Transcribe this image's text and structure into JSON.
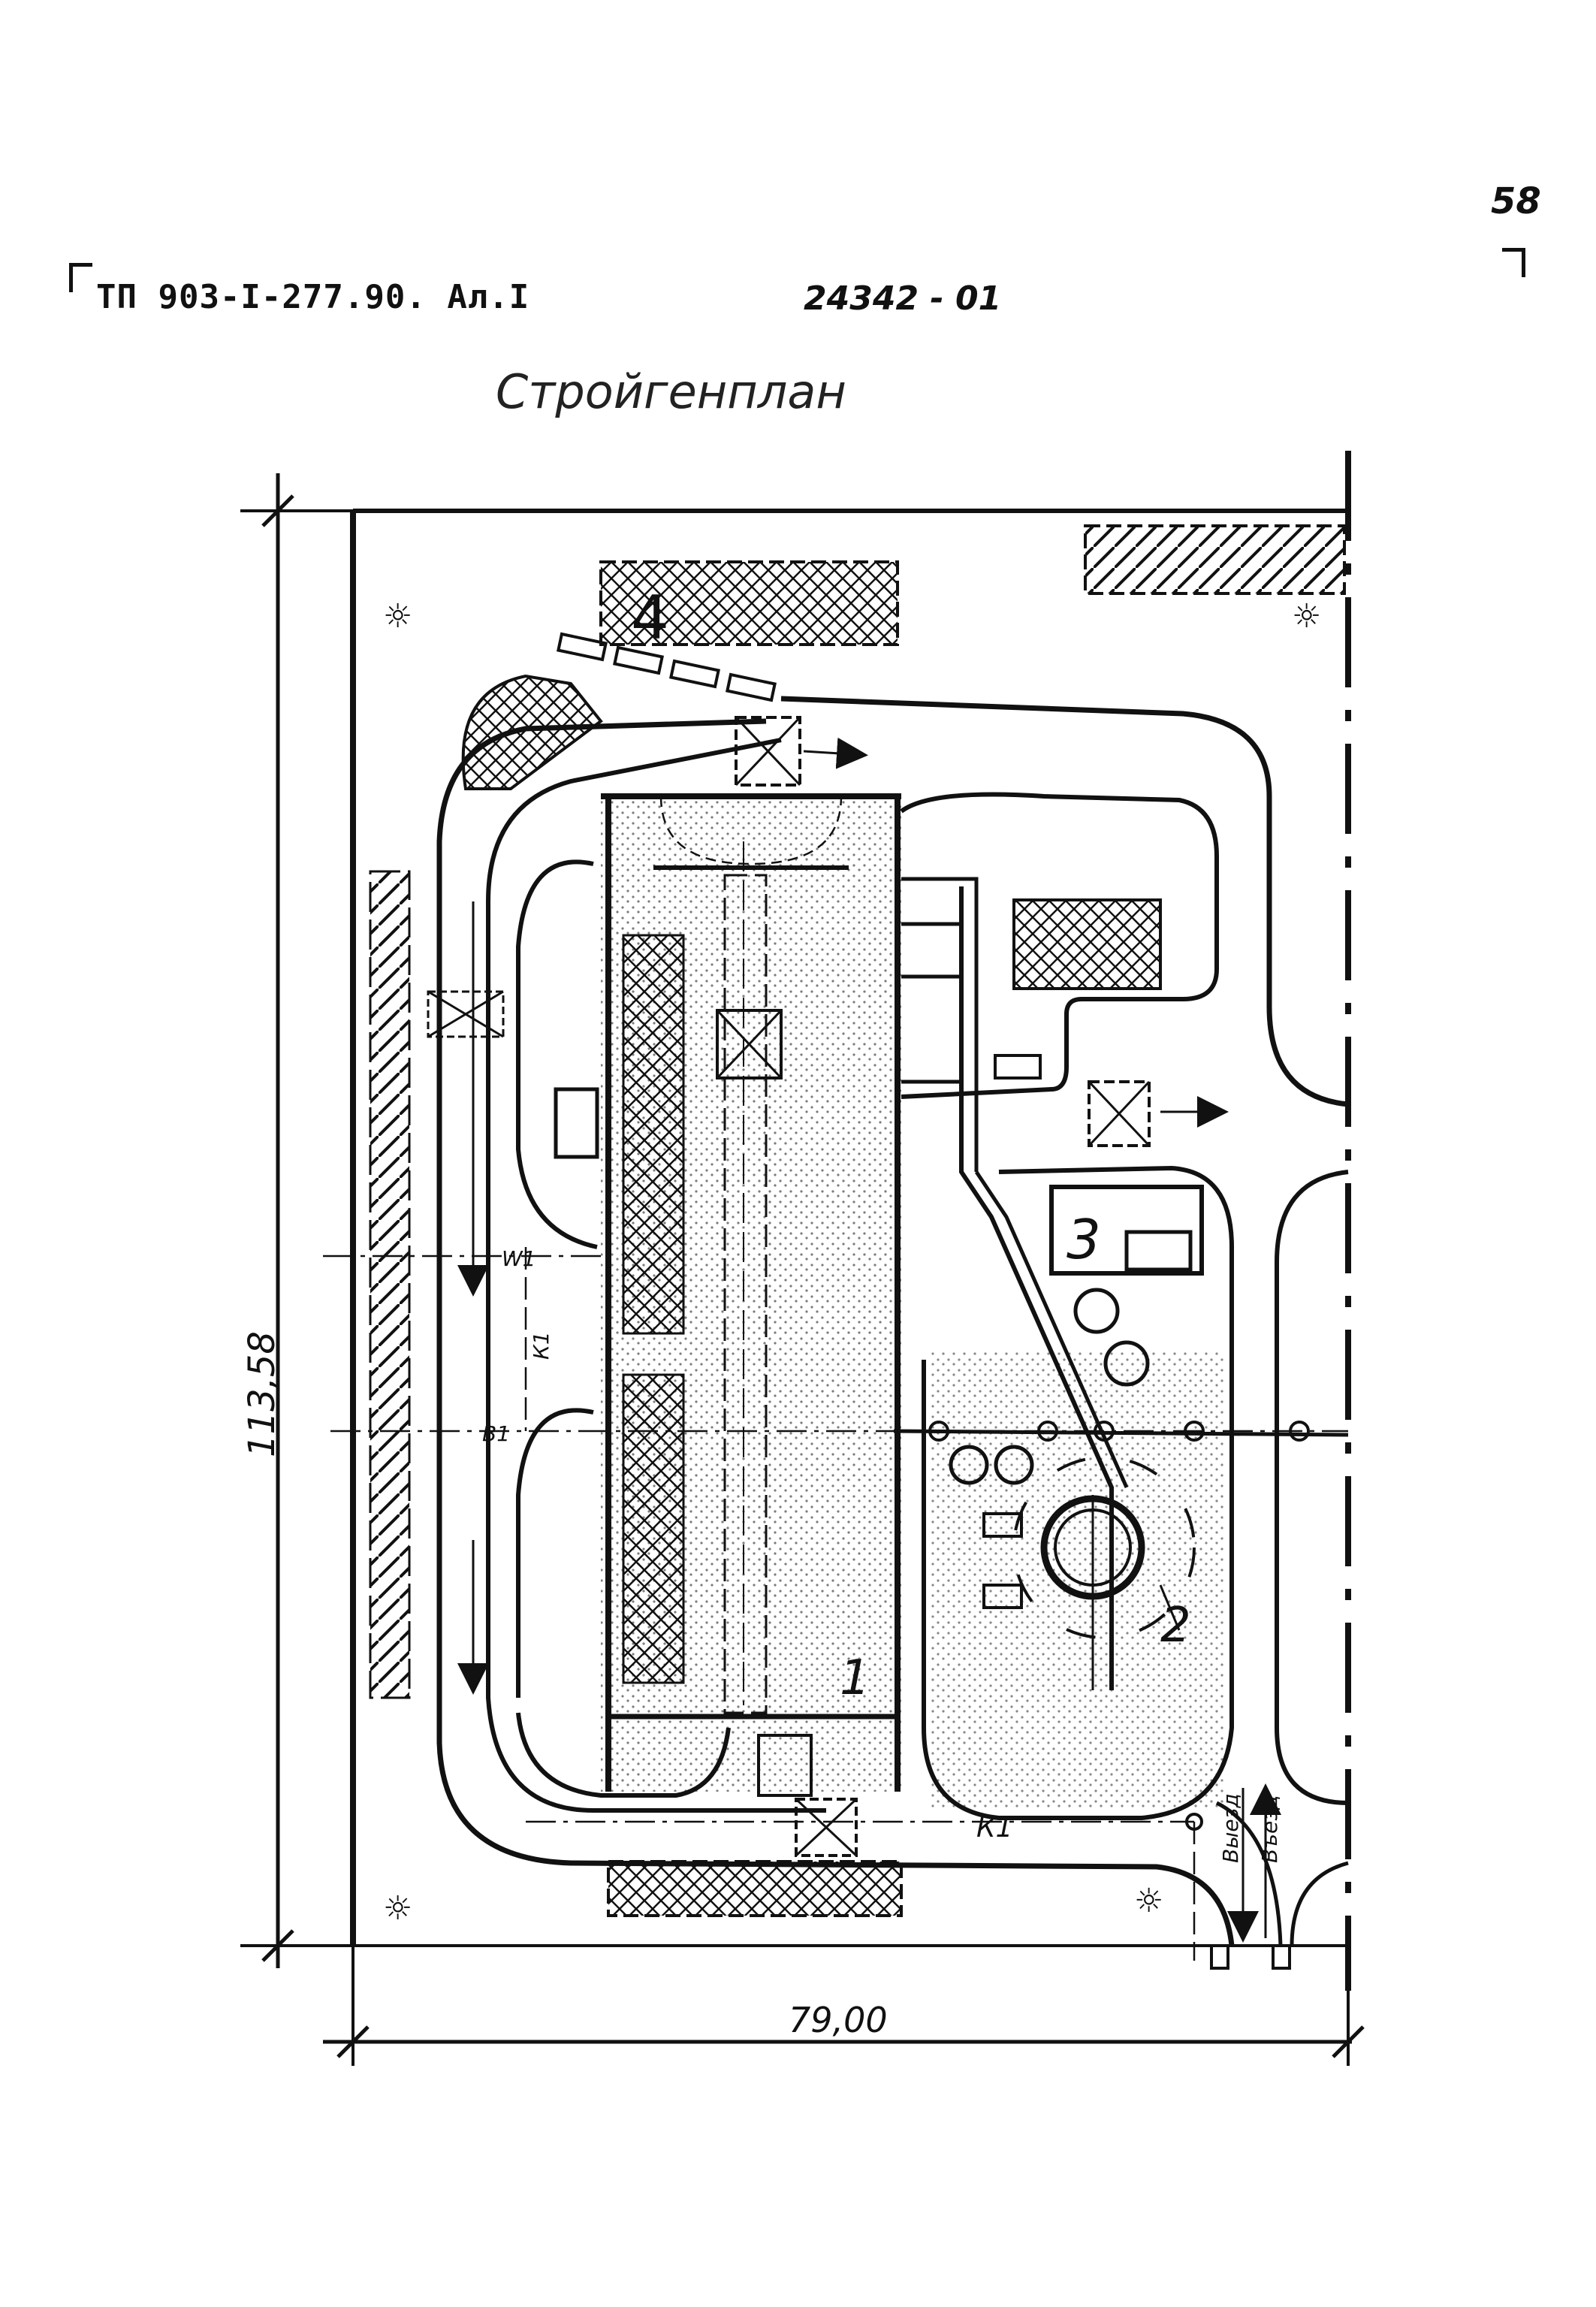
{
  "document": {
    "code": "ТП 903-I-277.90. Ал.I",
    "sheet_code": "24342 - 01",
    "page_number": "58",
    "title": "Стройгенплан"
  },
  "dimensions": {
    "height": "113,58",
    "width": "79,00"
  },
  "plan_labels": {
    "building_1": "1",
    "building_2": "2",
    "building_3": "3",
    "building_4": "4",
    "line_w1": "W1",
    "line_k1_vertical": "К1",
    "line_b1": "В1",
    "line_k1_bottom": "К1",
    "exit": "Выезд",
    "entry": "Въезд"
  },
  "colors": {
    "ink": "#111111",
    "paper": "#ffffff"
  }
}
